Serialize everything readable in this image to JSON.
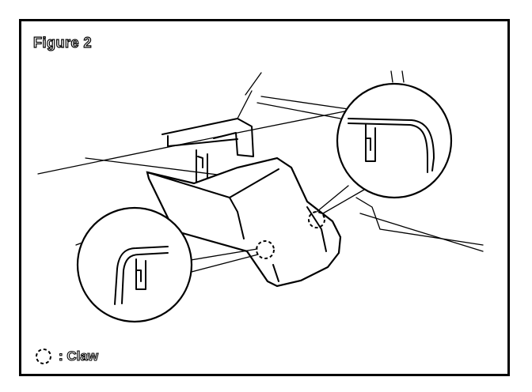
{
  "figure": {
    "title": "Figure 2"
  },
  "legend": {
    "symbol": "dashed-circle",
    "label": ": Claw"
  },
  "colors": {
    "line": "#000000",
    "background": "#ffffff"
  }
}
